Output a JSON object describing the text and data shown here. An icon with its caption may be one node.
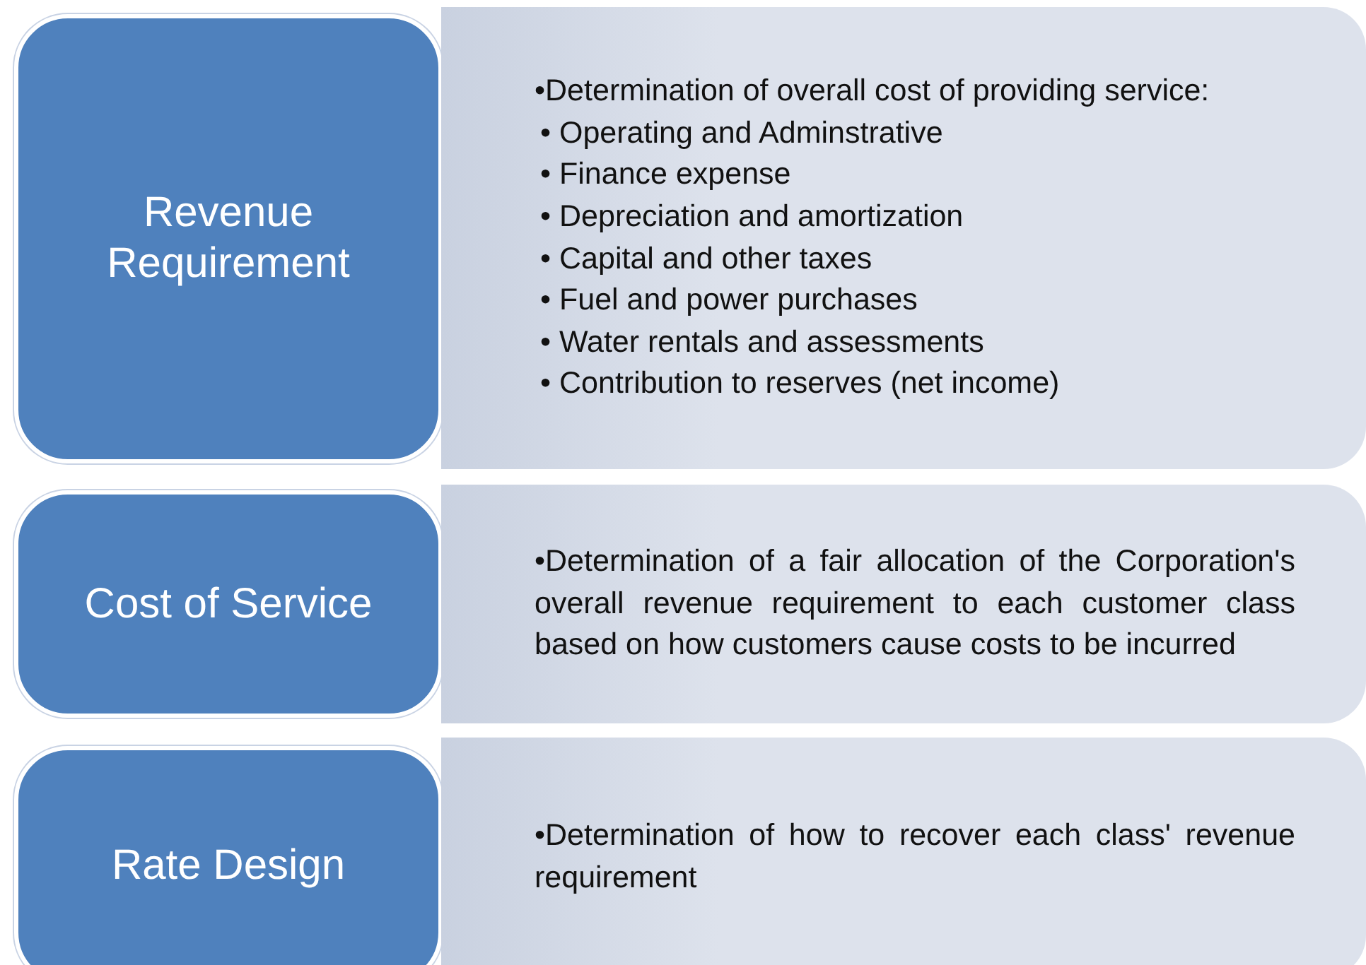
{
  "diagram": {
    "nodes": [
      {
        "text": [
          "Revenue Requirement"
        ]
      },
      {
        "text": [
          "•Determination of overall cost of providing service:",
          "• Operating and Adminstrative",
          "• Finance expense",
          "• Depreciation and amortization",
          "• Capital and other taxes",
          "• Fuel and power purchases",
          "• Water rentals and assessments",
          "• Contribution to reserves (net income)"
        ]
      },
      {
        "text": [
          "Cost of Service"
        ]
      },
      {
        "text": [
          "•Determination of a fair allocation of the Corporation's overall revenue requirement to each customer class based on how customers cause costs to be incurred"
        ]
      },
      {
        "text": [
          "Rate Design"
        ]
      },
      {
        "text": [
          "•Determination of how to recover each class' revenue requirement"
        ]
      }
    ]
  }
}
